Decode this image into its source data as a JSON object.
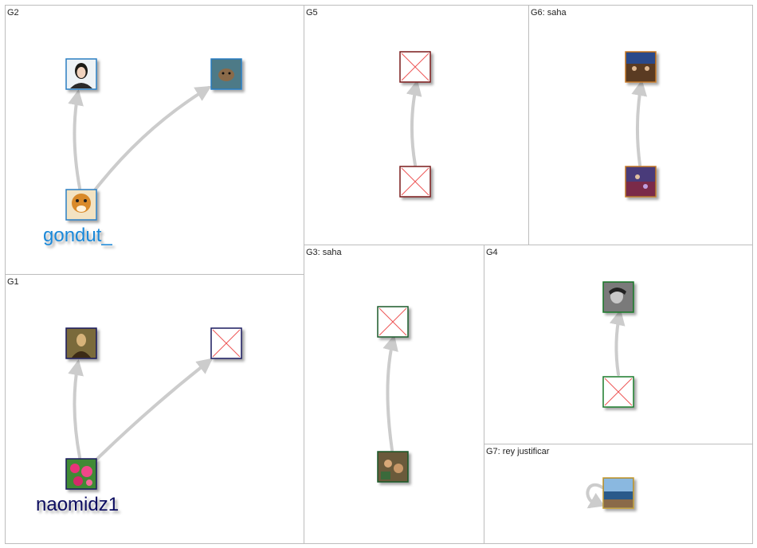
{
  "panels": [
    {
      "id": "G2",
      "label": "G2"
    },
    {
      "id": "G5",
      "label": "G5"
    },
    {
      "id": "G6",
      "label": "G6: saha"
    },
    {
      "id": "G1",
      "label": "G1"
    },
    {
      "id": "G3",
      "label": "G3: saha"
    },
    {
      "id": "G4",
      "label": "G4"
    },
    {
      "id": "G7",
      "label": "G7: rey justificar"
    }
  ],
  "node_labels": {
    "gondut": "gondut_",
    "naomidz1": "naomidz1"
  },
  "colors": {
    "panel_border": "#bdbdbd",
    "edge": "#cccccc",
    "g2_node_border": "#2a7fc4",
    "g2_label": "#1a88d8",
    "g1_node_border": "#1a1a5e",
    "g1_label": "#0d1060",
    "g5_node_border": "#7a1a1a",
    "g6_node_border": "#c87a2a",
    "g3_node_border": "#1a5a2a",
    "g4_node_border": "#1a7a2a",
    "g7_node_border": "#c89a2a",
    "missing_image_x": "#ee5555"
  },
  "icons": {
    "placeholder": "broken-image-icon",
    "avatar": "profile-image-icon"
  }
}
